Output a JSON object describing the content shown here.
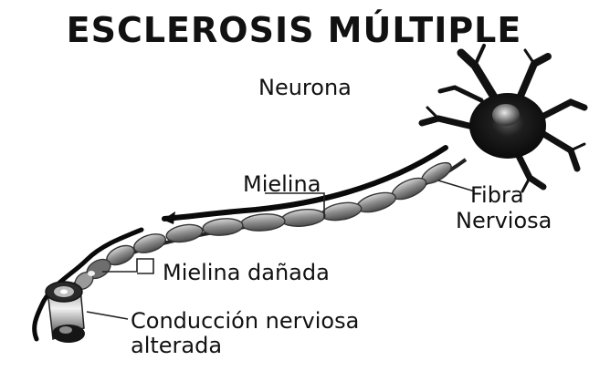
{
  "title": "ESCLEROSIS MÚLTIPLE",
  "labels": {
    "neuron": "Neurona",
    "myelin": "Mielina",
    "fiber_line1": "Fibra",
    "fiber_line2": "Nerviosa",
    "damaged_myelin": "Mielina dañada",
    "conduction_line1": "Conducción nerviosa",
    "conduction_line2": "alterada"
  },
  "colors": {
    "ink": "#111111",
    "sheath_fill": "#8a8a8a",
    "sheath_highlight": "#c4c4c4"
  }
}
